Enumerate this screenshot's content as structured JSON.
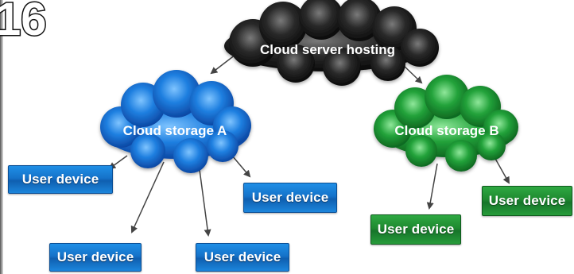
{
  "figure": {
    "badge": "16",
    "nodes": {
      "server": {
        "label": "Cloud server hosting",
        "color": "#1a1a1a"
      },
      "storage_a": {
        "label": "Cloud storage A",
        "color": "#1e7fe0"
      },
      "storage_b": {
        "label": "Cloud storage B",
        "color": "#22a23a"
      }
    },
    "devices": [
      {
        "label": "User device",
        "parent": "Cloud storage A"
      },
      {
        "label": "User device",
        "parent": "Cloud storage A"
      },
      {
        "label": "User device",
        "parent": "Cloud storage A"
      },
      {
        "label": "User device",
        "parent": "Cloud storage A"
      },
      {
        "label": "User device",
        "parent": "Cloud storage B"
      },
      {
        "label": "User device",
        "parent": "Cloud storage B"
      }
    ],
    "colors": {
      "arrow": "#444444",
      "blue": "#1572c9",
      "green": "#1f8a30"
    }
  }
}
